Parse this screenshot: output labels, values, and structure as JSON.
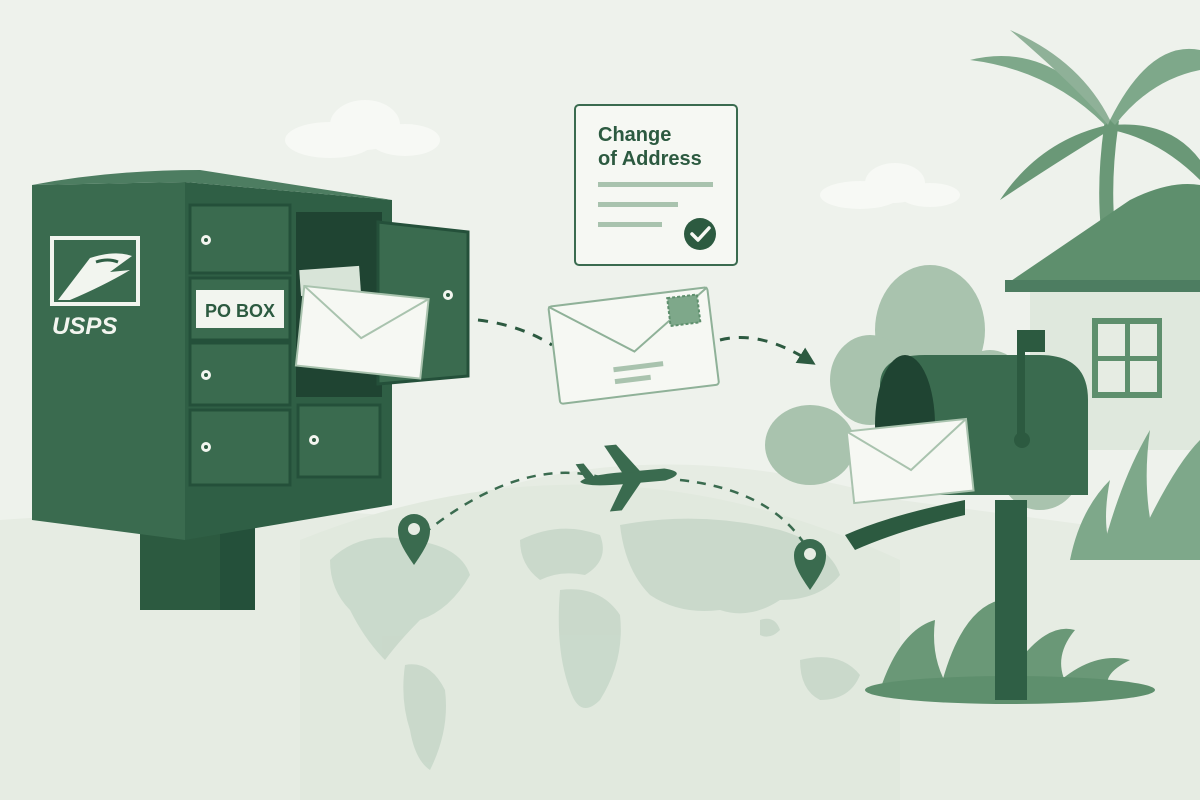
{
  "usps_logo": {
    "text": "USPS"
  },
  "po_box_label": {
    "text": "PO BOX"
  },
  "change_of_address_card": {
    "title_line1": "Change",
    "title_line2": "of Address"
  },
  "colors": {
    "background": "#eef2ec",
    "primary_green": "#3a6b4f",
    "dark_green": "#2c5a40",
    "foliage_light": "#a9c3ae",
    "foliage_mid": "#7ea88a",
    "map_land": "#c3d5c6",
    "paper": "#f6f8f3"
  },
  "icons": [
    "usps-eagle-logo-icon",
    "envelope-icon",
    "stamp-icon",
    "checkmark-circle-icon",
    "airplane-icon",
    "location-pin-icon",
    "mailbox-flag-icon",
    "palm-tree-icon",
    "house-icon",
    "cloud-icon"
  ]
}
